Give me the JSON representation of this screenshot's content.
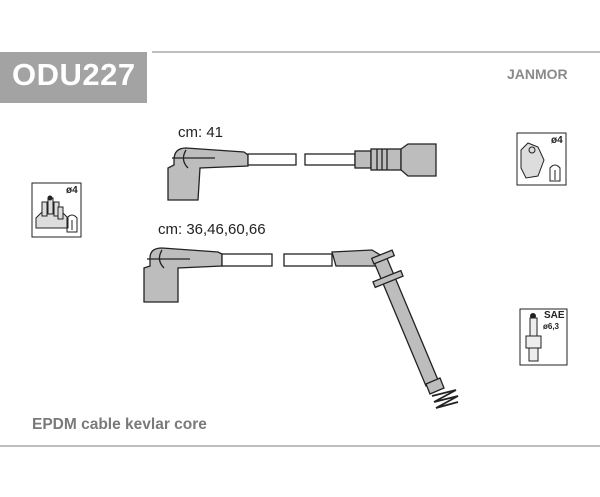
{
  "header": {
    "part_number": "ODU227",
    "brand": "JANMOR"
  },
  "cables": [
    {
      "length_label": "cm: 41"
    },
    {
      "length_label": "cm: 36,46,60,66"
    }
  ],
  "icons": {
    "distributor": {
      "name": "distributor-cap-icon",
      "diameter_label": "ø4"
    },
    "coil": {
      "name": "ignition-coil-icon",
      "diameter_label": "ø4"
    },
    "spark_plug": {
      "name": "spark-plug-icon",
      "standard_label": "SAE",
      "diameter_label": "ø6,3"
    }
  },
  "footer": {
    "description": "EPDM cable kevlar core"
  },
  "colors": {
    "title_bg": "#a3a3a3",
    "part_fill": "#bdbdbd",
    "rule": "#a8a8a8"
  }
}
